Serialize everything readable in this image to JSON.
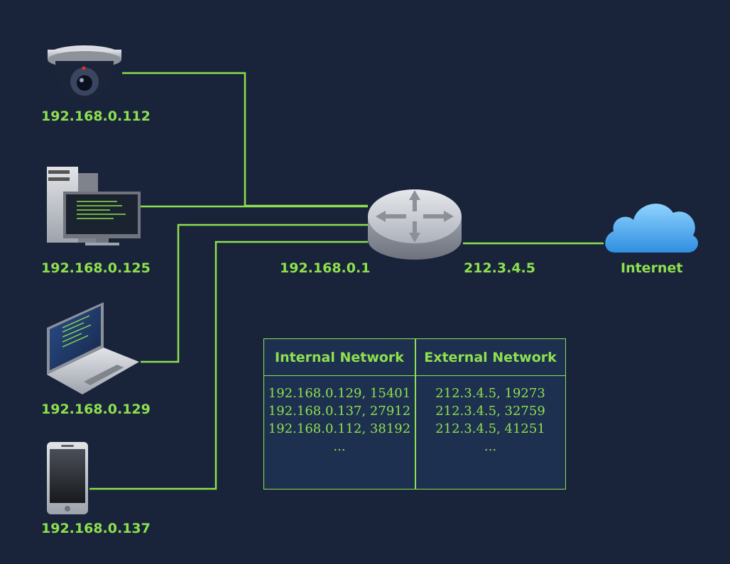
{
  "devices": {
    "camera": {
      "ip": "192.168.0.112",
      "icon": "security-camera-icon"
    },
    "desktop": {
      "ip": "192.168.0.125",
      "icon": "desktop-computer-icon"
    },
    "laptop": {
      "ip": "192.168.0.129",
      "icon": "laptop-icon"
    },
    "phone": {
      "ip": "192.168.0.137",
      "icon": "smartphone-icon"
    }
  },
  "router": {
    "internal_ip": "192.168.0.1",
    "external_ip": "212.3.4.5",
    "icon": "router-icon"
  },
  "internet": {
    "label": "Internet",
    "icon": "cloud-icon"
  },
  "nat_table": {
    "headers": [
      "Internal Network",
      "External Network"
    ],
    "rows": [
      [
        "192.168.0.129, 15401",
        "212.3.4.5, 19273"
      ],
      [
        "192.168.0.137, 27912",
        "212.3.4.5, 32759"
      ],
      [
        "192.168.0.112, 38192",
        "212.3.4.5, 41251"
      ],
      [
        "...",
        "..."
      ]
    ]
  },
  "colors": {
    "background": "#19243b",
    "accent": "#8ee04e",
    "table_fill": "#1e3050"
  }
}
